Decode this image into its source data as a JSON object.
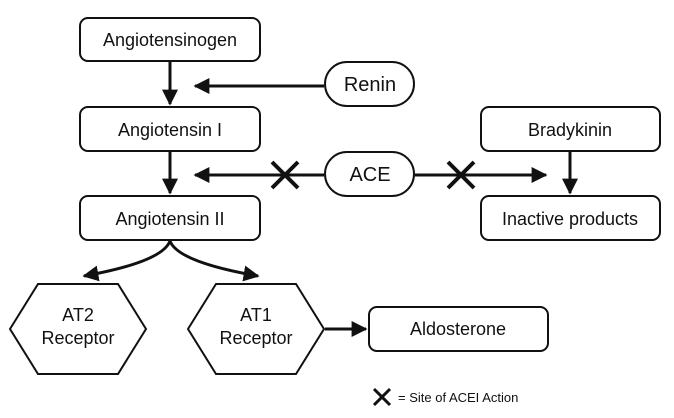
{
  "nodes": {
    "angiotensinogen": "Angiotensinogen",
    "renin": "Renin",
    "angiotensin_1": "Angiotensin I",
    "ace": "ACE",
    "angiotensin_2": "Angiotensin II",
    "bradykinin": "Bradykinin",
    "inactive_products": "Inactive products",
    "at2_receptor": [
      "AT2",
      "Receptor"
    ],
    "at1_receptor": [
      "AT1",
      "Receptor"
    ],
    "aldosterone": "Aldosterone"
  },
  "legend": {
    "label": "= Site of ACEI Action",
    "icon": "x-mark-icon"
  },
  "colors": {
    "stroke": "#111111",
    "fill": "#ffffff"
  }
}
